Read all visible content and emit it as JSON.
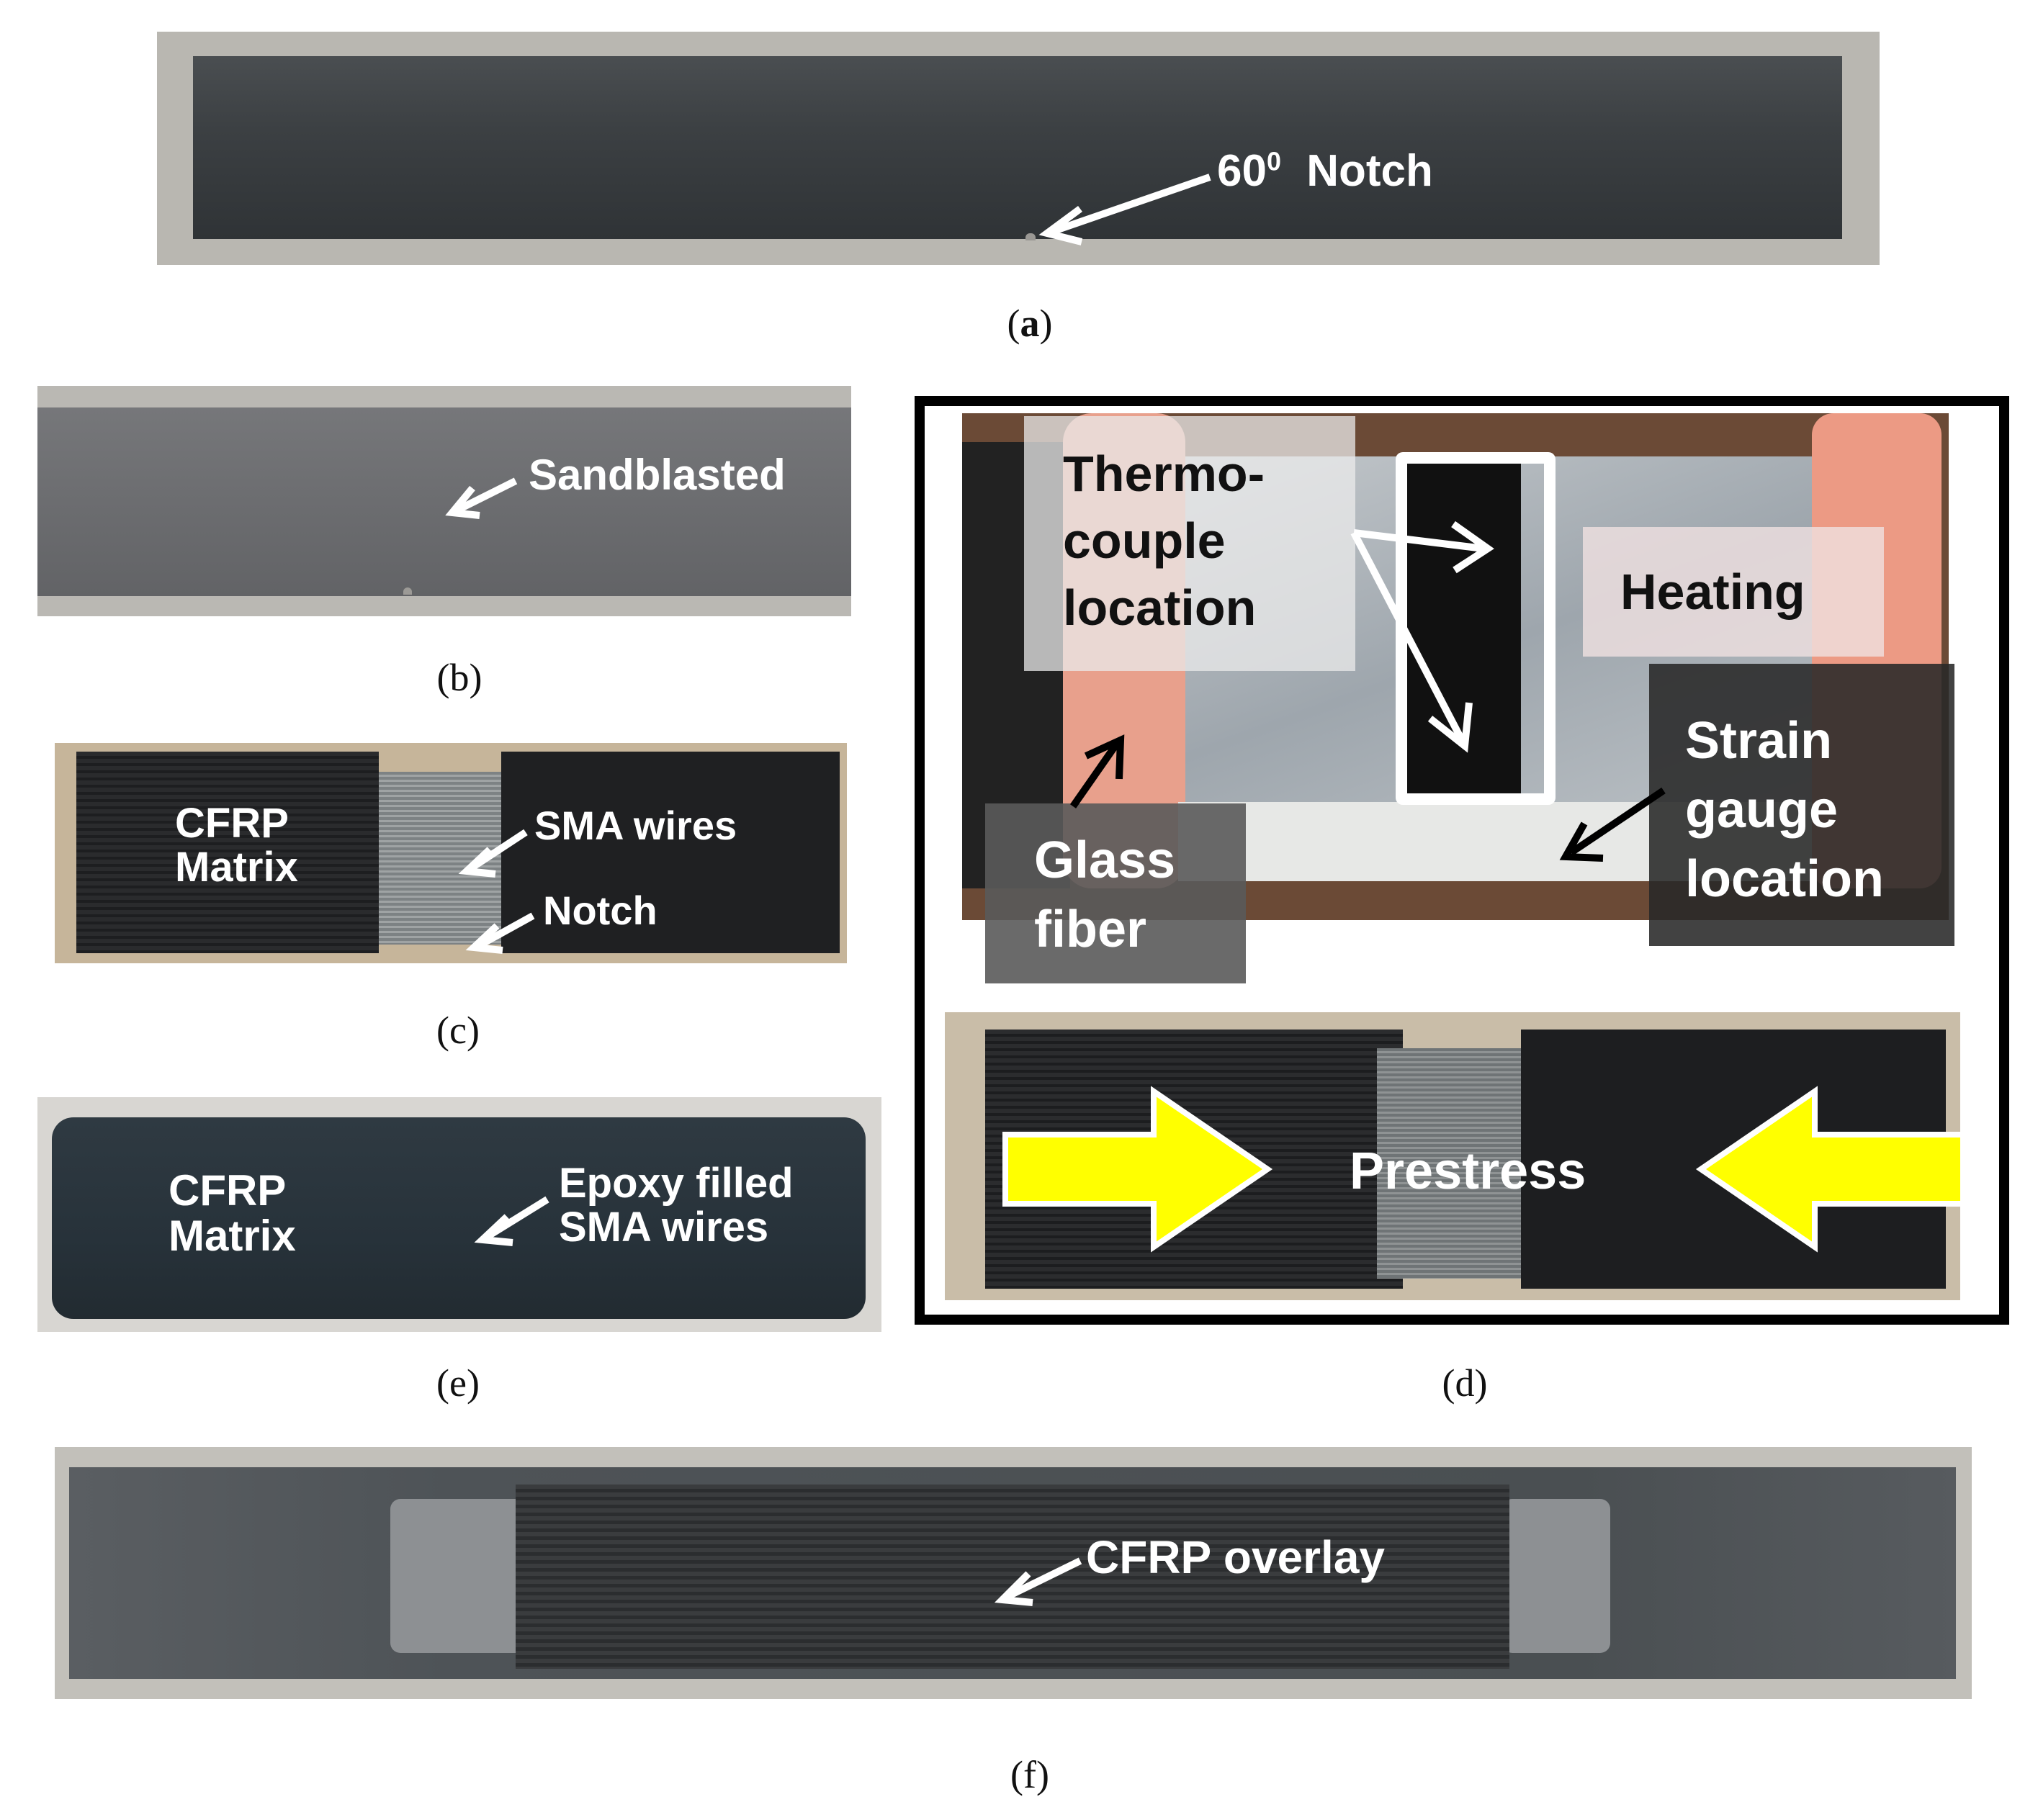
{
  "captions": {
    "a": "(a)",
    "b": "(b)",
    "c": "(c)",
    "d": "(d)",
    "e": "(e)",
    "f": "(f)"
  },
  "panel_a": {
    "label_notch_num": "60",
    "label_notch_sup": "0",
    "label_notch_text": "Notch"
  },
  "panel_b": {
    "label_sandblasted": "Sandblasted"
  },
  "panel_c": {
    "label_cfrp_line1": "CFRP",
    "label_cfrp_line2": "Matrix",
    "label_sma": "SMA wires",
    "label_notch": "Notch"
  },
  "panel_e": {
    "label_cfrp_line1": "CFRP",
    "label_cfrp_line2": "Matrix",
    "label_epoxy_line1": "Epoxy filled",
    "label_epoxy_line2": "SMA wires"
  },
  "panel_d": {
    "thermo_line1": "Thermo-",
    "thermo_line2": "couple",
    "thermo_line3": "location",
    "heating": "Heating",
    "strain_line1": "Strain",
    "strain_line2": "gauge",
    "strain_line3": "location",
    "glass_line1": "Glass",
    "glass_line2": "fiber",
    "prestress": "Prestress"
  },
  "panel_f": {
    "label_overlay": "CFRP overlay"
  },
  "colors": {
    "steel_dark": "#3a3d40",
    "steel_gray": "#6e6e70",
    "cfrp_black": "#1e1f21",
    "prestress_arrow": "#ffff00",
    "insulation_pink": "#e9a48e"
  }
}
